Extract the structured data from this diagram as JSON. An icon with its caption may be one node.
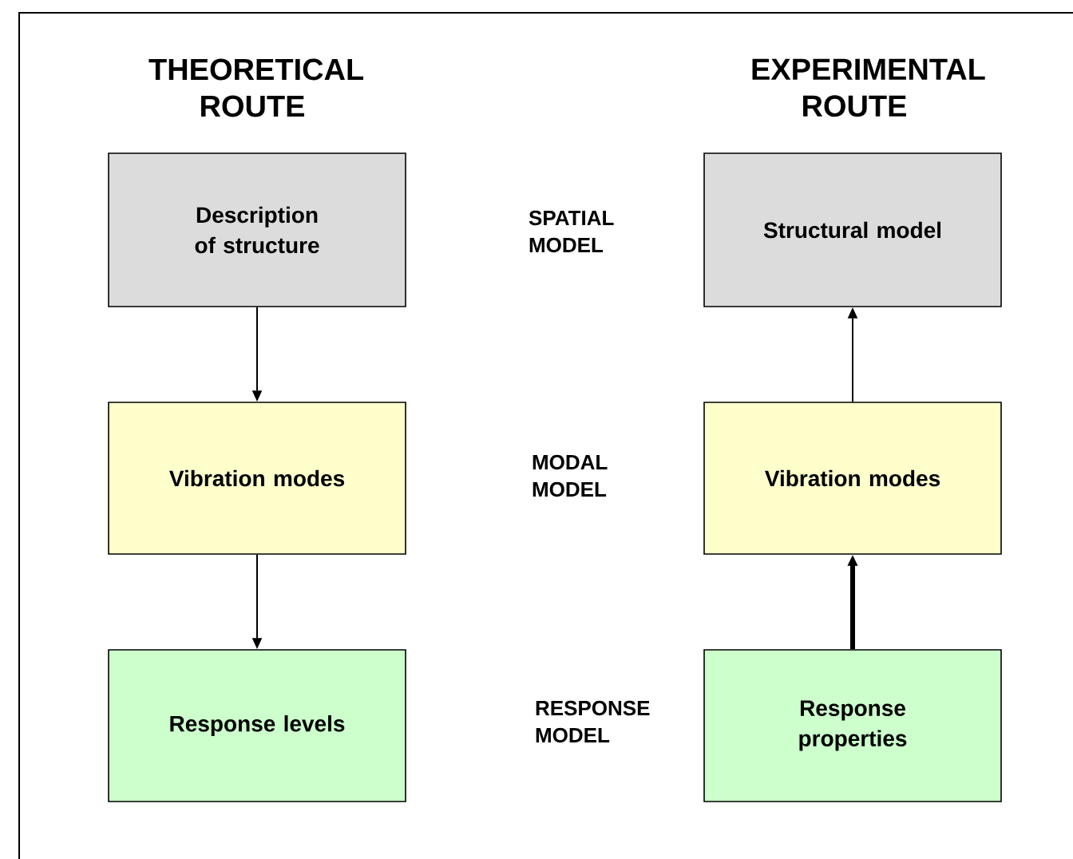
{
  "diagram": {
    "nodes": [
      {
        "text": [
          "Description of structure"
        ]
      },
      {
        "text": [
          "Vibration modes"
        ]
      },
      {
        "text": [
          "Response levels"
        ]
      },
      {
        "text": [
          "Structural model"
        ]
      },
      {
        "text": [
          "Vibration modes"
        ]
      },
      {
        "text": [
          "Response properties"
        ]
      }
    ],
    "edges": [
      {
        "from": 0,
        "to": 1,
        "arrow": "to"
      },
      {
        "from": 1,
        "to": 2,
        "arrow": "to"
      },
      {
        "from": 4,
        "to": 3,
        "arrow": "to"
      },
      {
        "from": 5,
        "to": 4,
        "arrow": "to",
        "style": "thick"
      }
    ],
    "labels": [
      "THEORETICAL ROUTE",
      "EXPERIMENTAL ROUTE",
      "SPATIAL MODEL",
      "MODAL MODEL",
      "RESPONSE MODEL"
    ]
  }
}
